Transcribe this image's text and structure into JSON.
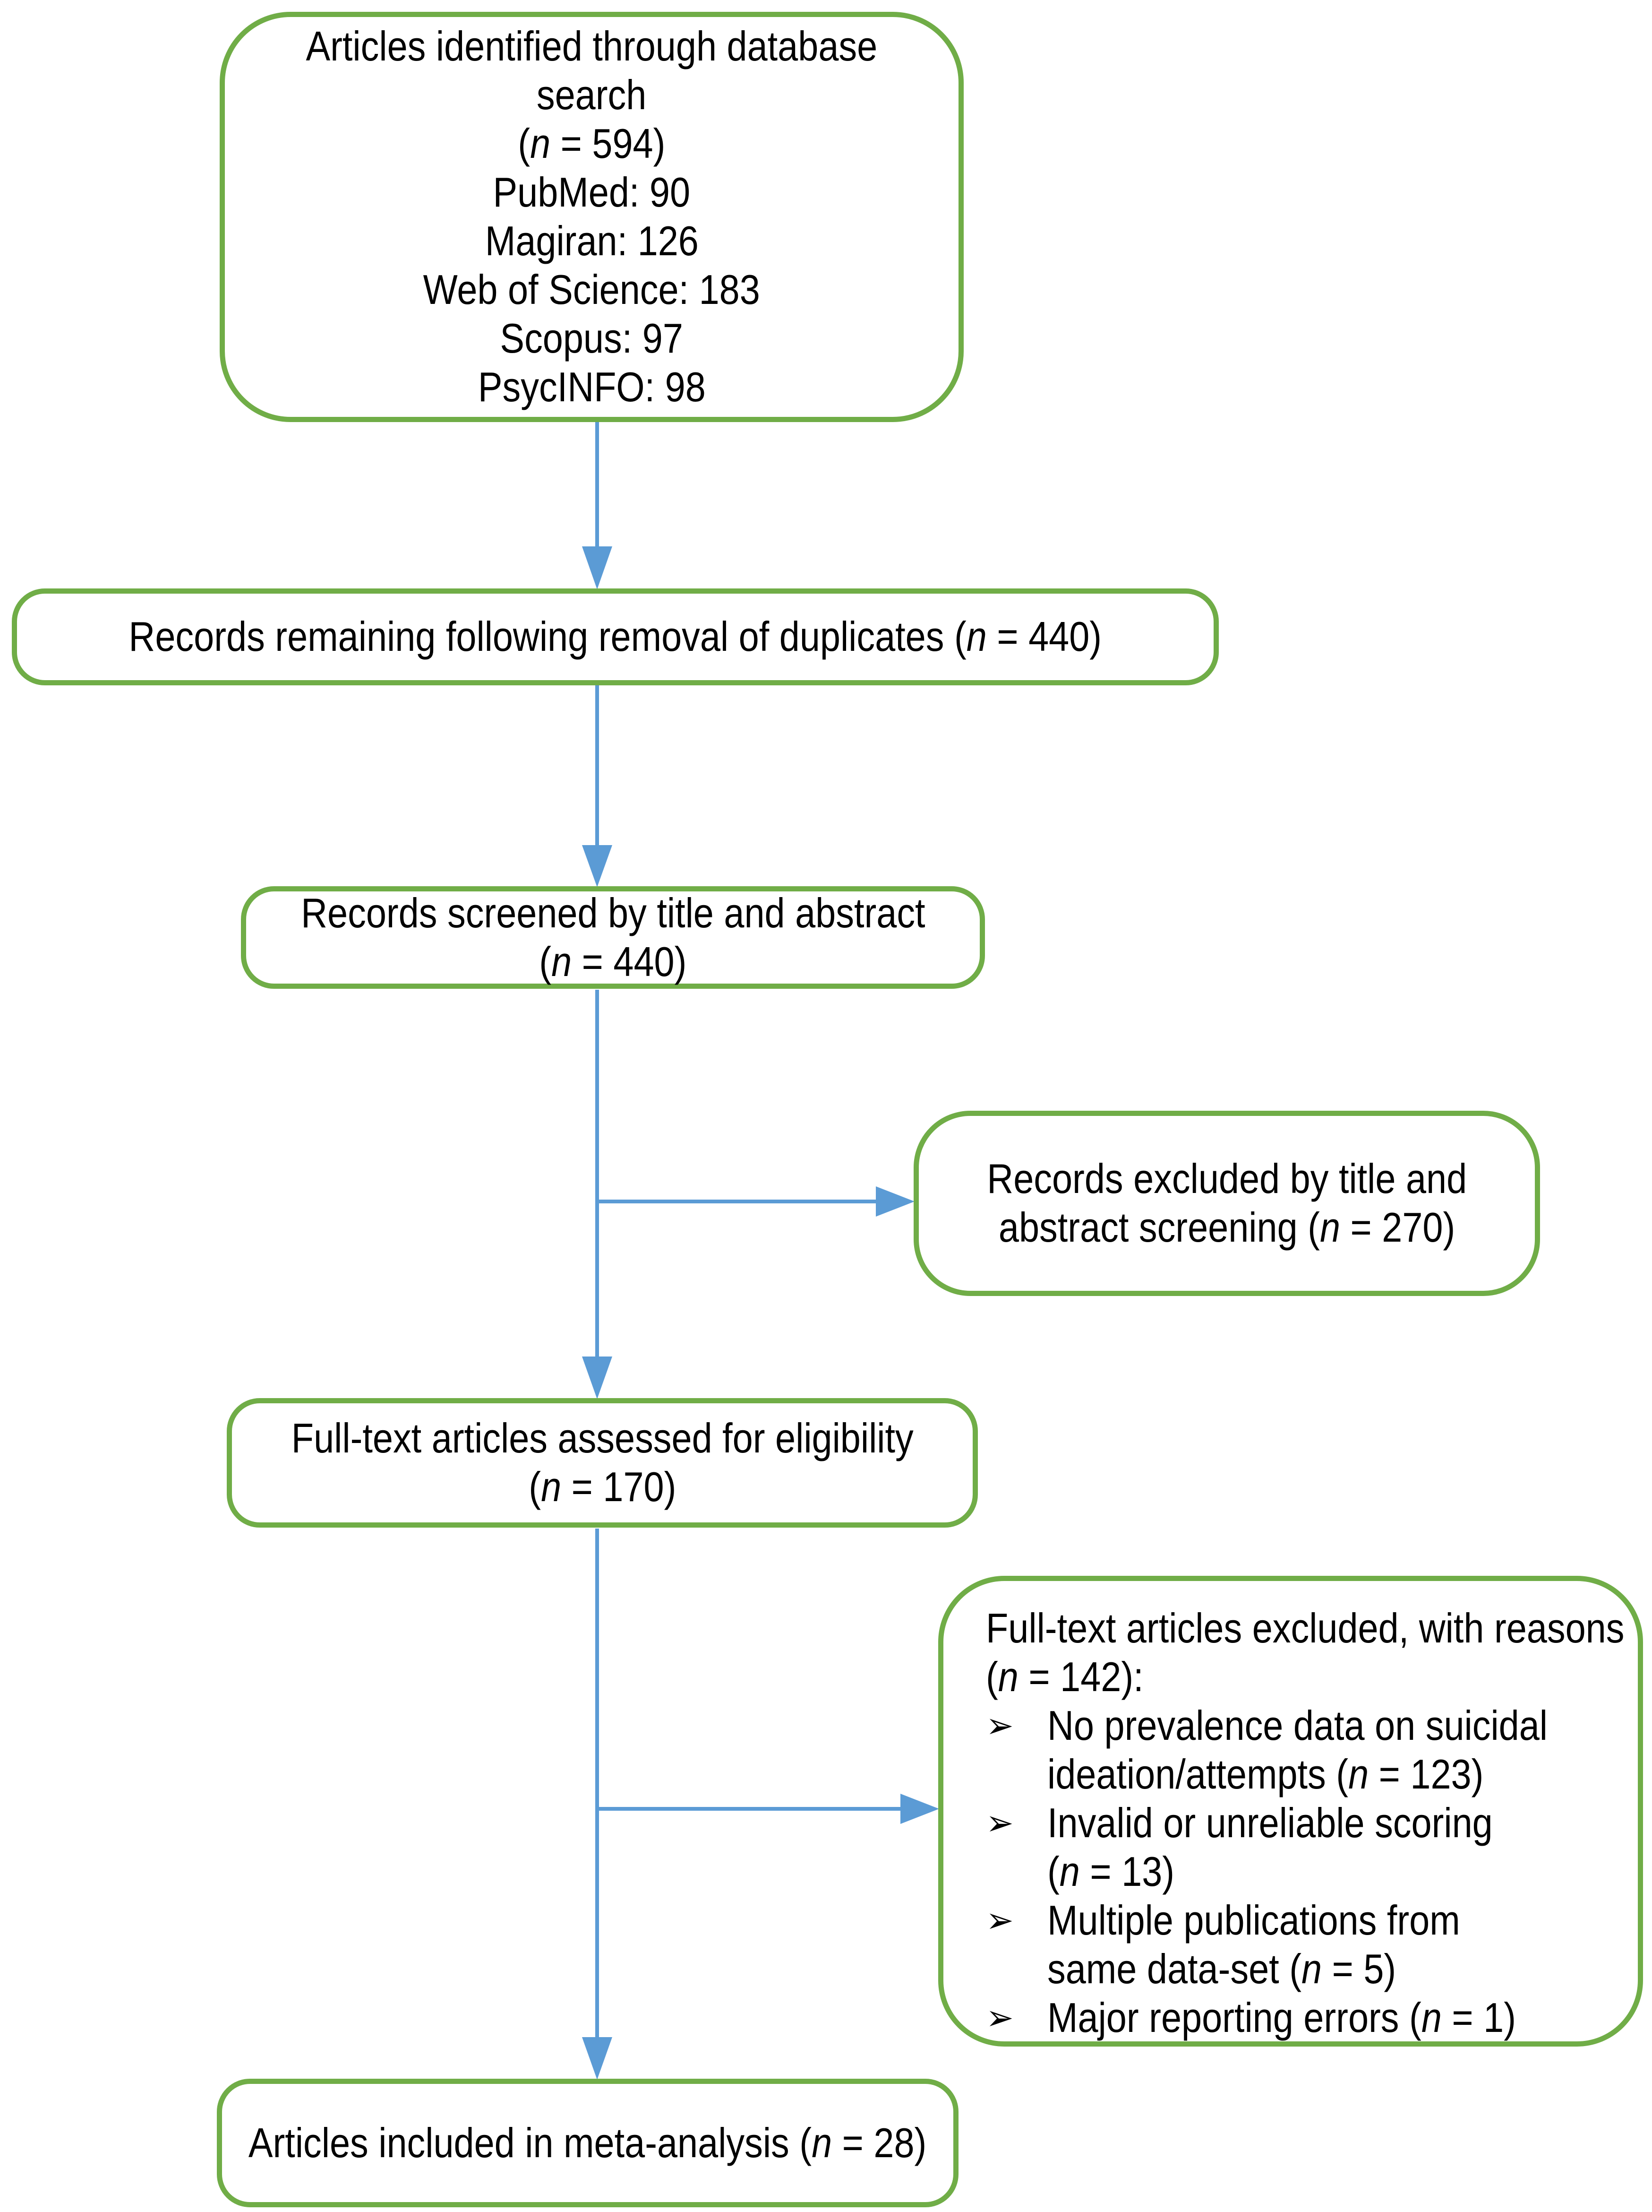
{
  "figure": {
    "kind": "flow-diagram",
    "description": "Study selection flowchart"
  },
  "colors": {
    "box_border": "#70AD47",
    "arrow": "#5B9BD5",
    "text": "#000000",
    "background": "#ffffff"
  },
  "boxes": {
    "identified": {
      "lines": [
        "Articles identified through database",
        "search",
        "(n = 594)",
        "PubMed: 90",
        "Magiran: 126",
        "Web of Science: 183",
        "Scopus: 97",
        "PsycINFO: 98"
      ]
    },
    "duplicates_removed": {
      "lines": [
        "Records remaining following removal of duplicates (n = 440)"
      ]
    },
    "screened": {
      "lines": [
        "Records screened by title and abstract",
        "(n = 440)"
      ]
    },
    "excluded_screening": {
      "lines": [
        "Records excluded by title and",
        "abstract screening (n = 270)"
      ]
    },
    "fulltext_assessed": {
      "lines": [
        "Full-text articles assessed for eligibility",
        "(n = 170)"
      ]
    },
    "fulltext_excluded": {
      "bullet_glyph": "➢",
      "heading_lines": [
        "Full-text articles excluded, with reasons",
        "(n = 142):"
      ],
      "reasons": [
        {
          "lines": [
            "No prevalence data on suicidal",
            "ideation/attempts (n = 123)"
          ]
        },
        {
          "lines": [
            "Invalid or unreliable scoring",
            "(n = 13)"
          ]
        },
        {
          "lines": [
            "Multiple publications from",
            "same data-set (n = 5)"
          ]
        },
        {
          "lines": [
            "Major reporting errors (n = 1)"
          ]
        }
      ]
    },
    "included": {
      "lines": [
        "Articles included in meta-analysis (n = 28)"
      ]
    }
  }
}
